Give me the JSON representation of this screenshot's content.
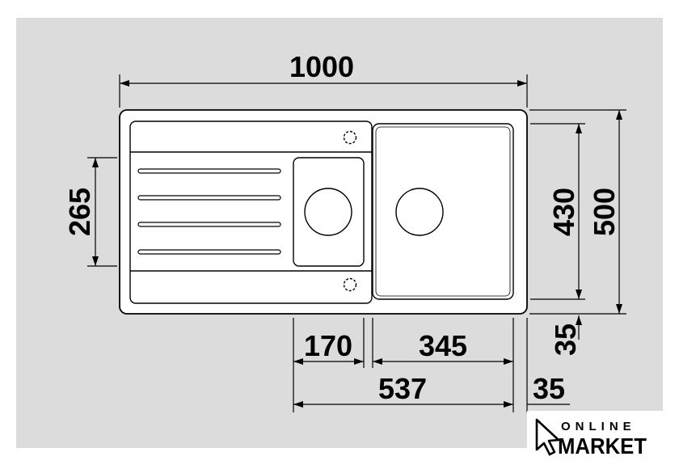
{
  "colors": {
    "background": "#dcdcdc",
    "sink": "#ffffff",
    "outline": "#000000"
  },
  "dimensions": {
    "overall_width": "1000",
    "overall_depth": "500",
    "bowl_depth": "430",
    "small_bowl_depth": "265",
    "small_bowl_width": "170",
    "large_bowl_width": "345",
    "combined_width": "537",
    "right_offset": "35",
    "bottom_offset": "35"
  },
  "logo": {
    "line1": "ONLINE",
    "line2": "MARKET",
    "icon": "cursor-arrow-icon"
  }
}
